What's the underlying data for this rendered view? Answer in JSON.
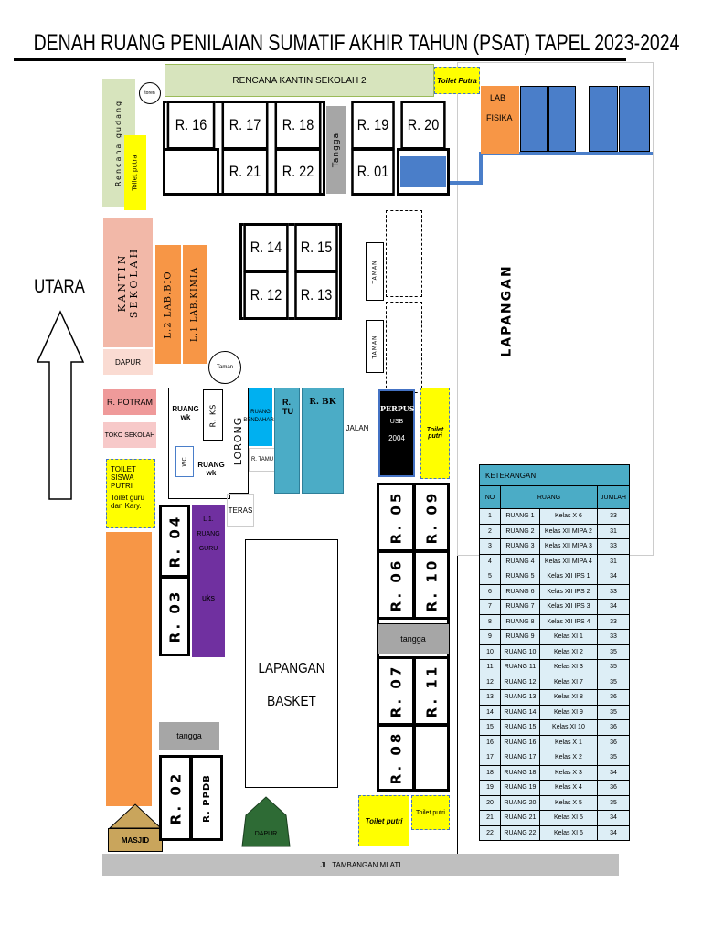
{
  "title": "DENAH RUANG PENILAIAN SUMATIF AKHIR TAHUN (PSAT) TAPEL 2023-2024",
  "north_label": "UTARA",
  "top_labels": {
    "kantin_plan": "RENCANA KANTIN SEKOLAH 2",
    "toilet_putra_top": "Toilet Putra",
    "toren": "toren",
    "gudang": "Rencana gudang",
    "toilet_putra_side": "Toilet putra",
    "tangga_top": "Tangga"
  },
  "top_rooms": {
    "r16": "R. 16",
    "r17": "R. 17",
    "r18": "R. 18",
    "r19": "R. 19",
    "r20": "R. 20",
    "r21": "R. 21",
    "r22": "R. 22",
    "r01": "R. 01"
  },
  "lab": {
    "name": "LAB",
    "sub": "FISIKA"
  },
  "field": "LAPANGAN",
  "west": {
    "kantin": "KANTIN SEKOLAH",
    "lab_bio": "L.2 LAB.BIO",
    "lab_kimia": "L.1 LAB.KIMIA",
    "dapur": "DAPUR",
    "potram": "R. POTRAM",
    "toko": "TOKO SEKOLAH",
    "toilet_siswa": "TOILET SISWA PUTRI",
    "toilet_guru": "Toilet guru dan Kary.",
    "masjid": "MASJID"
  },
  "mid_rooms": {
    "r14": "R. 14",
    "r15": "R. 15",
    "r12": "R. 12",
    "r13": "R. 13"
  },
  "taman": "TAMAN",
  "taman_circle": "Taman",
  "center": {
    "ruang_wk1": "RUANG wk",
    "r_ks": "R. KS",
    "wc": "WC",
    "ruang_wk2": "RUANG wk",
    "lorong": "LORONG",
    "bendahara": "RUANG BENDAHARA",
    "r_tamu": "R. TAMU",
    "r_tu": "R. TU",
    "r_bk": "R. BK",
    "jalan": "JALAN",
    "perpus": "PERPUS",
    "usb": "USB",
    "year": "2004",
    "toilet_putri_mid": "Toilet putri",
    "teras": "TERAS",
    "ruang_guru": "L 1. RUANG GURU",
    "uks": "uks",
    "r04": "R. 04",
    "r03": "R. 03",
    "r02": "R. 02",
    "ppdb": "R. PPDB",
    "tangga_left": "tangga",
    "basket": "LAPANGAN BASKET",
    "dapur_bottom": "DAPUR"
  },
  "east_rooms": {
    "r05": "R. 05",
    "r09": "R. 09",
    "r06": "R. 06",
    "r10": "R. 10",
    "tangga": "tangga",
    "r07": "R. 07",
    "r11": "R. 11",
    "r08": "R. 08",
    "toilet_putri_a": "Toilet putri",
    "toilet_putri_b": "Toilet putri"
  },
  "street": "JL. TAMBANGAN MLATI",
  "legend": {
    "title": "KETERANGAN",
    "headers": [
      "NO",
      "RUANG",
      "",
      "JUMLAH"
    ],
    "rows": [
      [
        "1",
        "RUANG 1",
        "Kelas X 6",
        "33"
      ],
      [
        "2",
        "RUANG 2",
        "Kelas XII MIPA 2",
        "31"
      ],
      [
        "3",
        "RUANG 3",
        "Kelas XII MIPA 3",
        "33"
      ],
      [
        "4",
        "RUANG 4",
        "Kelas XII MIPA 4",
        "31"
      ],
      [
        "5",
        "RUANG 5",
        "Kelas XII IPS 1",
        "34"
      ],
      [
        "6",
        "RUANG 6",
        "Kelas XII IPS 2",
        "33"
      ],
      [
        "7",
        "RUANG 7",
        "Kelas XII IPS 3",
        "34"
      ],
      [
        "8",
        "RUANG 8",
        "Kelas XII IPS 4",
        "33"
      ],
      [
        "9",
        "RUANG 9",
        "Kelas XI 1",
        "33"
      ],
      [
        "10",
        "RUANG 10",
        "Kelas XI 2",
        "35"
      ],
      [
        "11",
        "RUANG 11",
        "Kelas XI 3",
        "35"
      ],
      [
        "12",
        "RUANG 12",
        "Kelas XI 7",
        "35"
      ],
      [
        "13",
        "RUANG 13",
        "Kelas XI 8",
        "36"
      ],
      [
        "14",
        "RUANG 14",
        "Kelas XI 9",
        "35"
      ],
      [
        "15",
        "RUANG 15",
        "Kelas XI 10",
        "36"
      ],
      [
        "16",
        "RUANG 16",
        "Kelas X 1",
        "36"
      ],
      [
        "17",
        "RUANG 17",
        "Kelas X 2",
        "35"
      ],
      [
        "18",
        "RUANG 18",
        "Kelas X 3",
        "34"
      ],
      [
        "19",
        "RUANG 19",
        "Kelas X 4",
        "36"
      ],
      [
        "20",
        "RUANG 20",
        "Kelas X 5",
        "35"
      ],
      [
        "21",
        "RUANG 21",
        "Kelas XI 5",
        "34"
      ],
      [
        "22",
        "RUANG 22",
        "Kelas XI 6",
        "34"
      ]
    ]
  }
}
